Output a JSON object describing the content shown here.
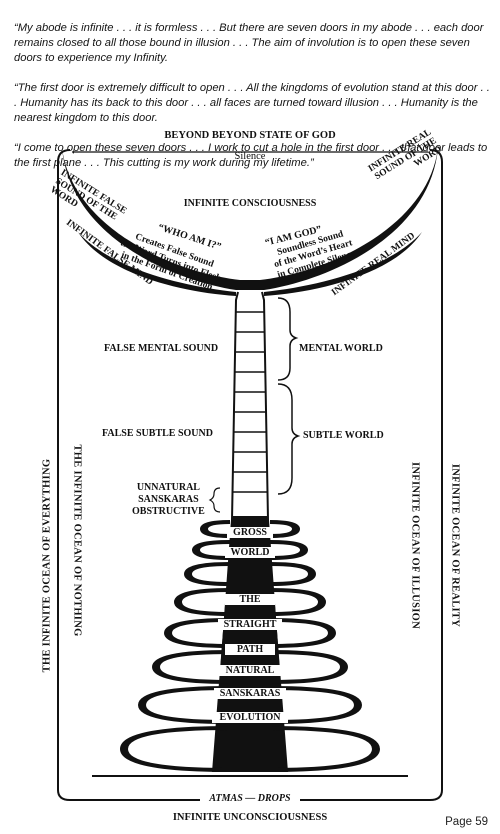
{
  "quote": {
    "paragraphs": [
      "“My abode is infinite . . . it is formless . . . But there are seven doors in my abode . . . each door remains closed to all those bound in illusion . . . The aim of involution is to open these seven doors to experience my Infinity.",
      "“The first door is extremely difficult to open . . . All the kingdoms of evolution stand at this door . . . Humanity has its back to this door . . . all faces are turned toward illusion . . . Humanity is the nearest kingdom to this door.",
      "“I come to open these seven doors . . . I work to cut a hole in the first door . . . that door leads to the first plane . . . This cutting is my work during my lifetime.”"
    ]
  },
  "diagram": {
    "top_title": "BEYOND BEYOND STATE OF GOD",
    "silence": "Silence",
    "infinite_consciousness": "INFINITE CONSCIOUSNESS",
    "left_sound_arc": "INFINITE FALSE SOUND OF THE WORD",
    "left_mind_arc": "INFINITE FALSE MIND",
    "right_sound_arc": "INFINITE REAL SOUND OF THE WORD",
    "right_mind_arc": "INFINITE REAL MIND",
    "who_am_i": "“WHO AM I?”",
    "who_am_i_desc": [
      "Creates False Sound",
      "the Word Turns into Flesh",
      "in the Form of Creation"
    ],
    "i_am_god": "“I AM GOD”",
    "i_am_god_desc": [
      "Soundless Sound",
      "of the Word’s Heart",
      "in Complete Silence"
    ],
    "false_mental_sound": "FALSE MENTAL SOUND",
    "mental_world": "MENTAL WORLD",
    "false_subtle_sound": "FALSE SUBTLE SOUND",
    "subtle_world": "SUBTLE WORLD",
    "unnatural_sanskaras": [
      "UNNATURAL",
      "SANSKARAS",
      "OBSTRUCTIVE"
    ],
    "path_words": [
      "GROSS",
      "WORLD",
      "THE",
      "STRAIGHT",
      "PATH",
      "NATURAL",
      "SANSKARAS",
      "EVOLUTION"
    ],
    "atmas_drops": "ATMAS — DROPS",
    "bottom_title": "INFINITE UNCONSCIOUSNESS",
    "left_outer": "THE INFINITE OCEAN OF EVERYTHING",
    "left_inner": "THE INFINITE OCEAN OF NOTHING",
    "right_inner": "INFINITE OCEAN OF ILLUSION",
    "right_outer": "INFINITE OCEAN OF REALITY"
  },
  "footer": {
    "page_label": "Page 59"
  }
}
